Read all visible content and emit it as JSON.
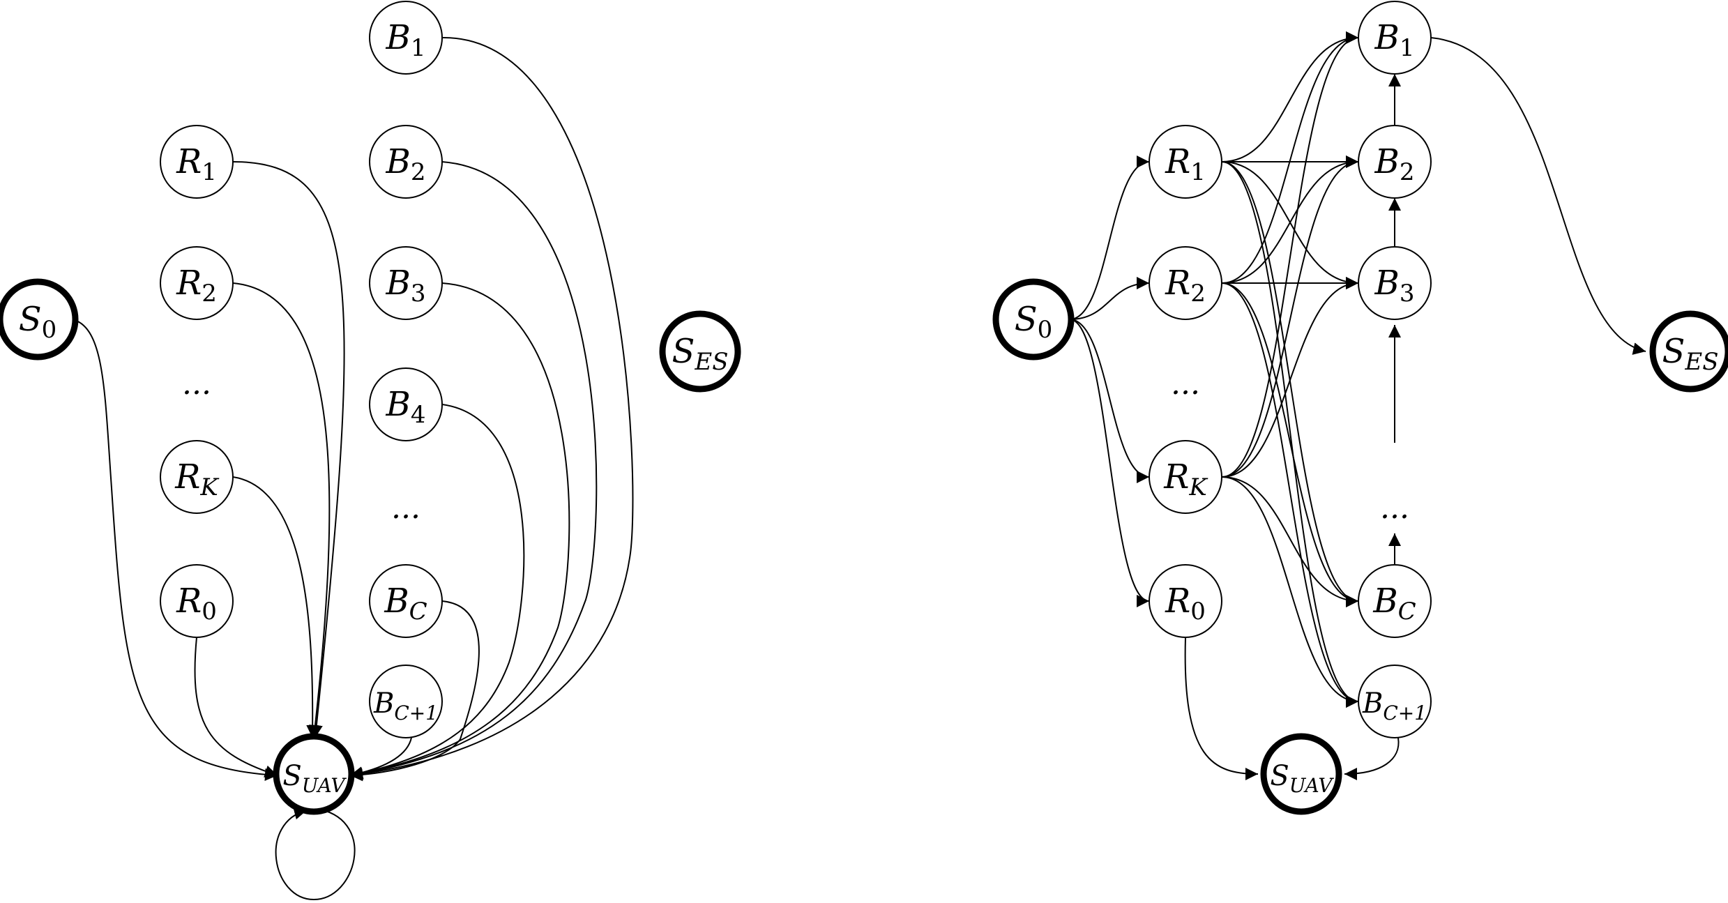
{
  "diagrams": [
    {
      "id": "left",
      "nodes": [
        {
          "id": "S0",
          "main": "S",
          "sub": "0",
          "bold": true
        },
        {
          "id": "R1",
          "main": "R",
          "sub": "1"
        },
        {
          "id": "R2",
          "main": "R",
          "sub": "2"
        },
        {
          "id": "RK",
          "main": "R",
          "sub": "K"
        },
        {
          "id": "R0",
          "main": "R",
          "sub": "0"
        },
        {
          "id": "B1",
          "main": "B",
          "sub": "1"
        },
        {
          "id": "B2",
          "main": "B",
          "sub": "2"
        },
        {
          "id": "B3",
          "main": "B",
          "sub": "3"
        },
        {
          "id": "B4",
          "main": "B",
          "sub": "4"
        },
        {
          "id": "BC",
          "main": "B",
          "sub": "C"
        },
        {
          "id": "BC1",
          "main": "B",
          "sub": "C+1"
        },
        {
          "id": "SUAV",
          "main": "S",
          "sub": "UAV",
          "bold": true
        },
        {
          "id": "SES",
          "main": "S",
          "sub": "ES",
          "bold": true
        }
      ],
      "ellipses": [
        {
          "id": "R-ellipsis",
          "text": "..."
        },
        {
          "id": "B-ellipsis",
          "text": "..."
        }
      ],
      "edges": [
        [
          "S0",
          "SUAV"
        ],
        [
          "R1",
          "SUAV"
        ],
        [
          "R2",
          "SUAV"
        ],
        [
          "RK",
          "SUAV"
        ],
        [
          "R0",
          "SUAV"
        ],
        [
          "B1",
          "SUAV"
        ],
        [
          "B2",
          "SUAV"
        ],
        [
          "B3",
          "SUAV"
        ],
        [
          "B4",
          "SUAV"
        ],
        [
          "BC",
          "SUAV"
        ],
        [
          "BC1",
          "SUAV"
        ],
        [
          "SUAV",
          "SUAV"
        ]
      ]
    },
    {
      "id": "right",
      "nodes": [
        {
          "id": "S0",
          "main": "S",
          "sub": "0",
          "bold": true
        },
        {
          "id": "R1",
          "main": "R",
          "sub": "1"
        },
        {
          "id": "R2",
          "main": "R",
          "sub": "2"
        },
        {
          "id": "RK",
          "main": "R",
          "sub": "K"
        },
        {
          "id": "R0",
          "main": "R",
          "sub": "0"
        },
        {
          "id": "B1",
          "main": "B",
          "sub": "1"
        },
        {
          "id": "B2",
          "main": "B",
          "sub": "2"
        },
        {
          "id": "B3",
          "main": "B",
          "sub": "3"
        },
        {
          "id": "BC",
          "main": "B",
          "sub": "C"
        },
        {
          "id": "BC1",
          "main": "B",
          "sub": "C+1"
        },
        {
          "id": "SUAV",
          "main": "S",
          "sub": "UAV",
          "bold": true
        },
        {
          "id": "SES",
          "main": "S",
          "sub": "ES",
          "bold": true
        }
      ],
      "ellipses": [
        {
          "id": "R-ellipsis",
          "text": "..."
        },
        {
          "id": "B-ellipsis",
          "text": "..."
        }
      ],
      "edges": [
        [
          "S0",
          "R1"
        ],
        [
          "S0",
          "R2"
        ],
        [
          "S0",
          "RK"
        ],
        [
          "S0",
          "R0"
        ],
        [
          "R1",
          "B1"
        ],
        [
          "R1",
          "B2"
        ],
        [
          "R1",
          "B3"
        ],
        [
          "R1",
          "BC"
        ],
        [
          "R1",
          "BC1"
        ],
        [
          "R2",
          "B1"
        ],
        [
          "R2",
          "B2"
        ],
        [
          "R2",
          "B3"
        ],
        [
          "R2",
          "BC"
        ],
        [
          "R2",
          "BC1"
        ],
        [
          "RK",
          "B1"
        ],
        [
          "RK",
          "B2"
        ],
        [
          "RK",
          "B3"
        ],
        [
          "RK",
          "BC"
        ],
        [
          "RK",
          "BC1"
        ],
        [
          "B2",
          "B1"
        ],
        [
          "B3",
          "B2"
        ],
        [
          "B-gap-lower",
          "B-gap-upper"
        ],
        [
          "BC",
          "B-ellipsis"
        ],
        [
          "B1",
          "SES"
        ],
        [
          "R0",
          "SUAV"
        ],
        [
          "BC1",
          "SUAV"
        ]
      ]
    }
  ]
}
